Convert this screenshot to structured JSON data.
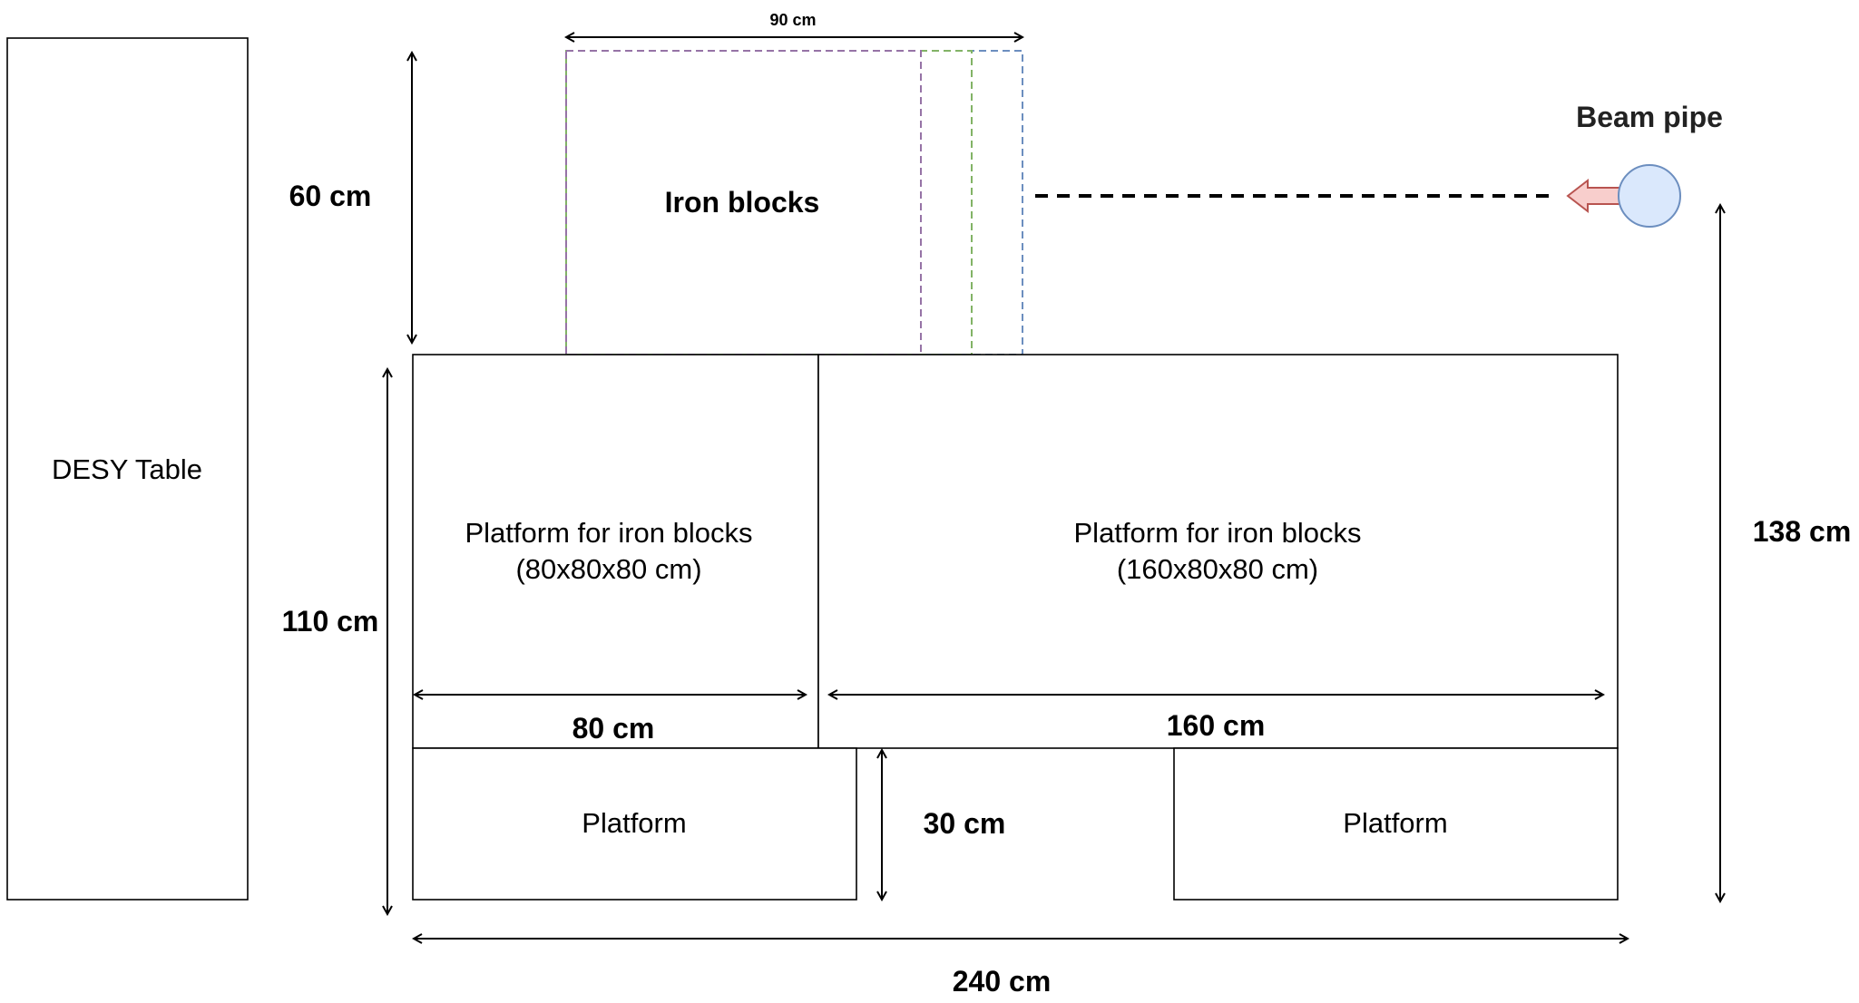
{
  "labels": {
    "desy_table": "DESY Table",
    "platform_80_line1": "Platform for iron blocks",
    "platform_80_line2": "(80x80x80 cm)",
    "platform_160_line1": "Platform for iron blocks",
    "platform_160_line2": "(160x80x80 cm)",
    "platform_left": "Platform",
    "platform_right": "Platform",
    "iron_blocks": "Iron blocks",
    "beam_pipe": "Beam pipe"
  },
  "dimensions": {
    "iron_width": "90 cm",
    "iron_height": "60 cm",
    "total_height": "110 cm",
    "width_80": "80 cm",
    "width_160": "160 cm",
    "gap_height": "30 cm",
    "total_width": "240 cm",
    "beam_height": "138 cm"
  },
  "colors": {
    "outline_purple": "#9673a6",
    "outline_green": "#82b366",
    "outline_blue": "#6c8ebf",
    "beam_pipe_fill": "#dae8fc",
    "beam_pipe_stroke": "#6c8ebf",
    "arrow_fill": "#f8cecc",
    "arrow_stroke": "#b85450"
  }
}
